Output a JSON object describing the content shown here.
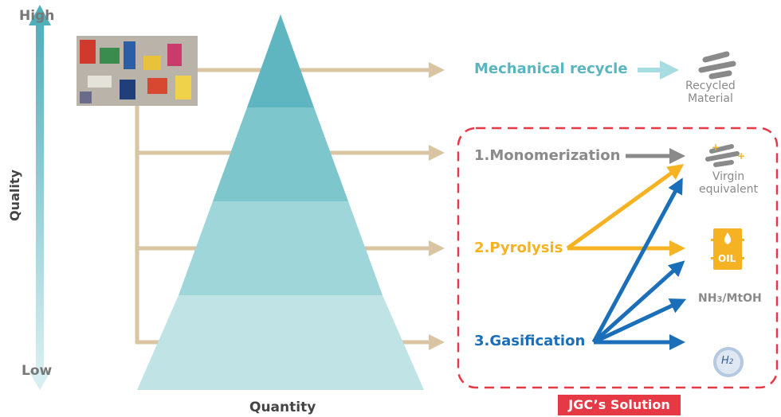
{
  "quality_axis": {
    "title": "Quality",
    "high": "High",
    "low": "Low"
  },
  "quantity_label": "Quantity",
  "mechanical": {
    "label": "Mechanical recycle",
    "output": [
      "Recycled",
      "Material"
    ]
  },
  "solutions": {
    "monomerization": "1.Monomerization",
    "pyrolysis": "2.Pyrolysis",
    "gasification": "3.Gasification"
  },
  "outputs": {
    "virgin": [
      "Virgin",
      "equivalent"
    ],
    "oil": "OIL",
    "nh3_prefix": "NH",
    "nh3_sub": "3",
    "nh3_suffix": "/MtOH",
    "h2": "H",
    "h2_sub": "2"
  },
  "badge": "JGC’s Solution",
  "colors": {
    "teal": "#5bb5c0",
    "orange": "#f5b323",
    "blue": "#1a6fb8",
    "red": "#e63946",
    "gray": "#8a8a8a",
    "tan": "#d9c4a3"
  }
}
